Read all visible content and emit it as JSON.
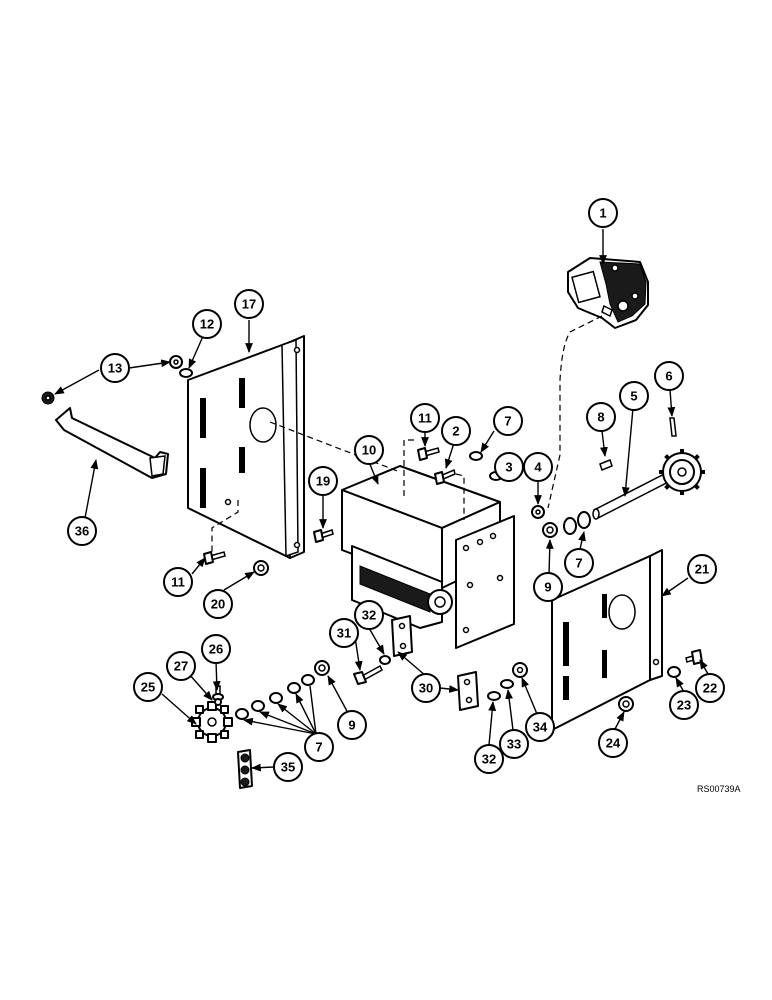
{
  "figure_ref": "RS00739A",
  "callouts": [
    "1",
    "2",
    "3",
    "4",
    "5",
    "6",
    "7",
    "8",
    "9",
    "10",
    "11",
    "12",
    "13",
    "17",
    "19",
    "20",
    "21",
    "22",
    "23",
    "24",
    "25",
    "26",
    "27",
    "30",
    "31",
    "32",
    "33",
    "34",
    "35",
    "36"
  ],
  "callout_repeats": {
    "7a": "7",
    "7b": "7",
    "7c": "7",
    "9a": "9",
    "9b": "9",
    "11a": "11",
    "11b": "11",
    "30a": "30",
    "32a": "32",
    "32b": "32"
  }
}
